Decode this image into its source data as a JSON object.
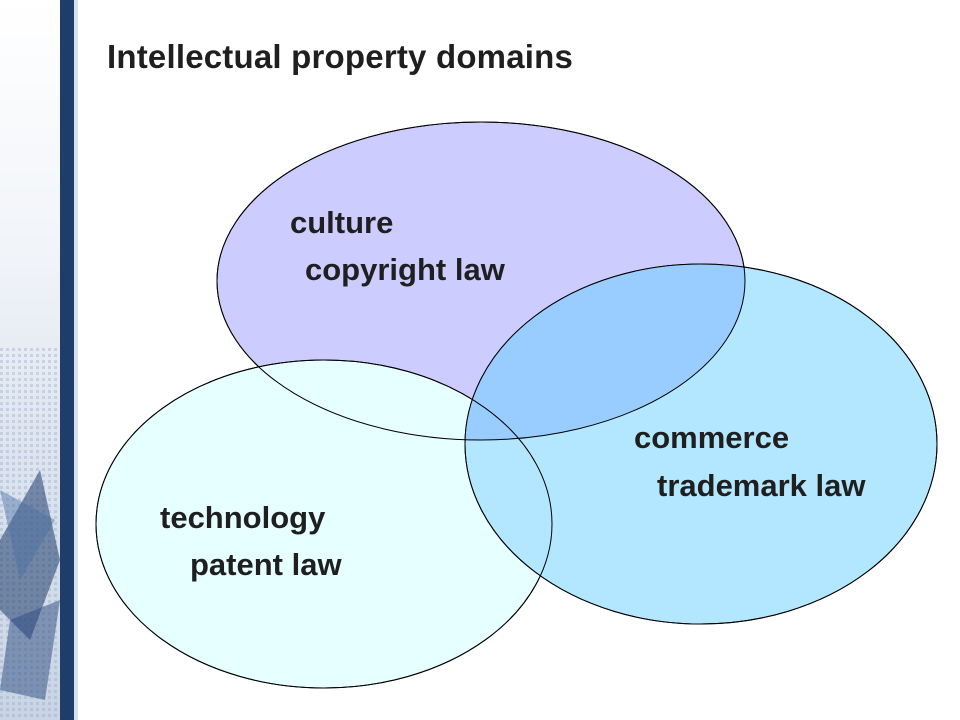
{
  "title": "Intellectual property domains",
  "domains": [
    {
      "id": "culture",
      "domain": "culture",
      "law": "copyright law",
      "fill": "#ccccff"
    },
    {
      "id": "technology",
      "domain": "technology",
      "law": "patent law",
      "fill": "#e6ffff"
    },
    {
      "id": "commerce",
      "domain": "commerce",
      "law": "trademark law",
      "fill": "#b3e6ff"
    }
  ],
  "overlap_color": "#99ccff",
  "accent_color": "#1f3d6b"
}
